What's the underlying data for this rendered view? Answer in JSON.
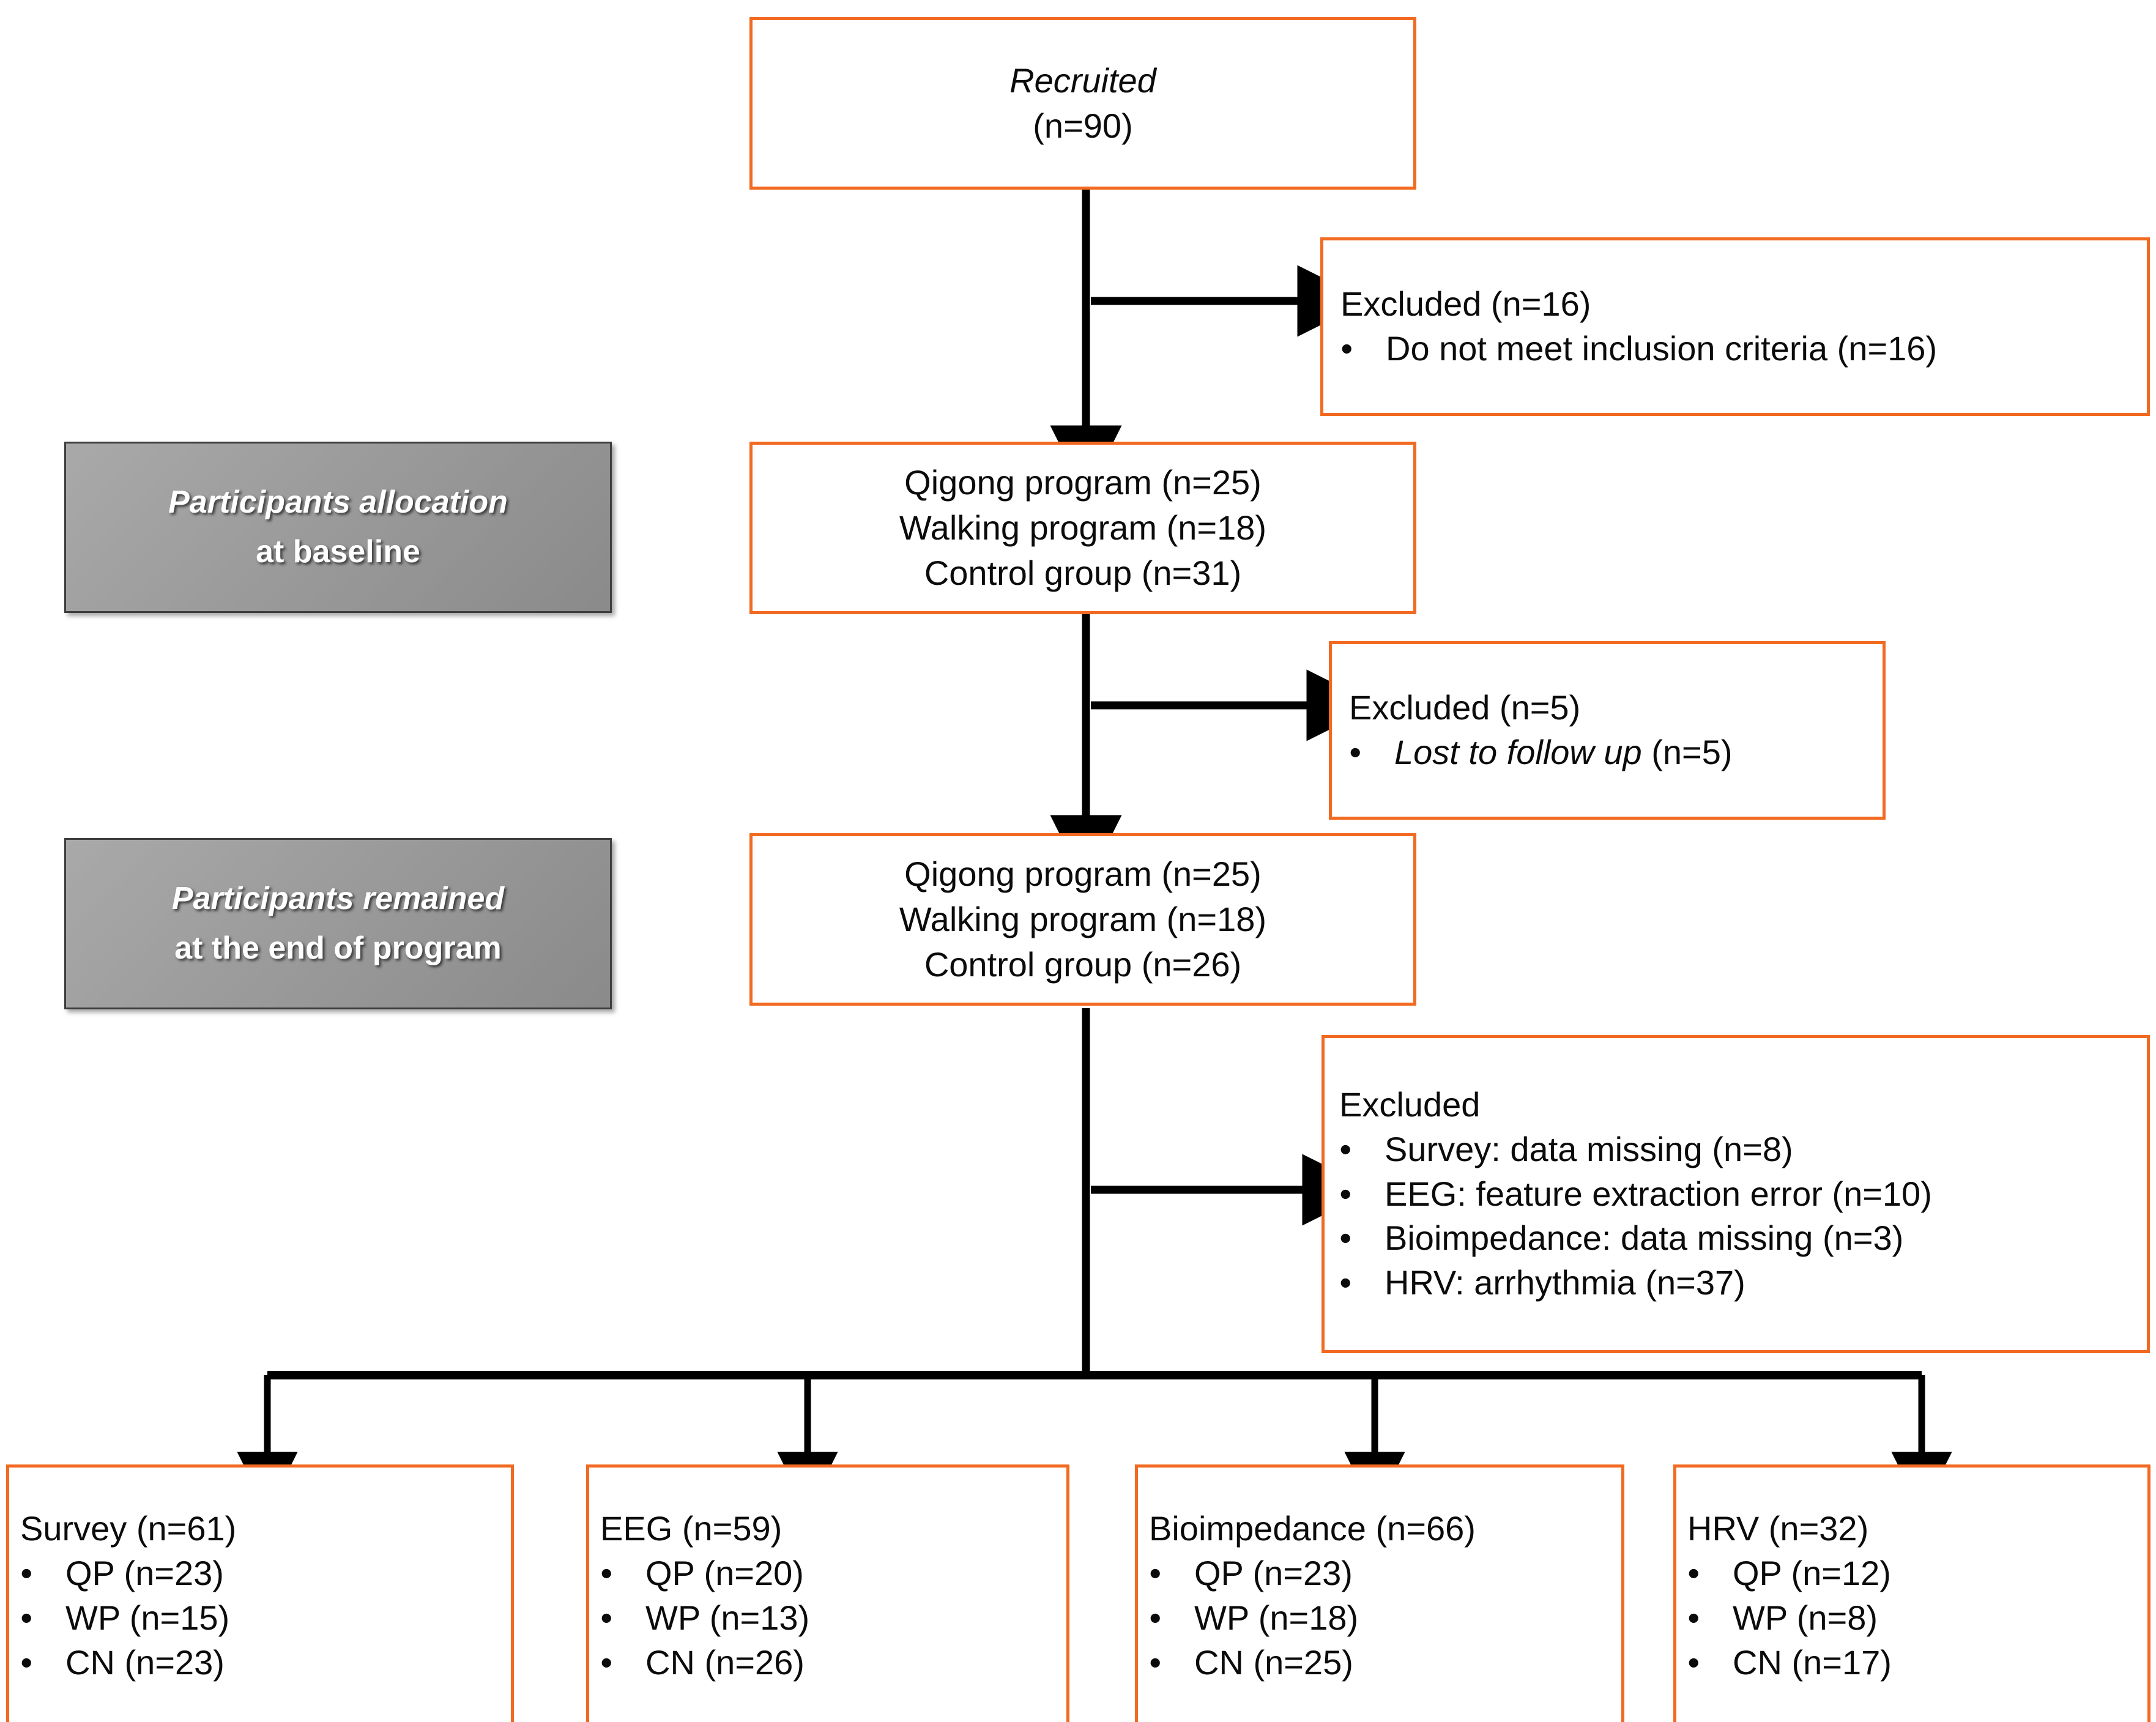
{
  "theme": {
    "box_border": "#F26A21",
    "text": "#0b0b0b",
    "stage_label_bg": "#9b9b9b",
    "stage_label_text": "#ffffff",
    "connector": "#000000"
  },
  "stage_labels": [
    {
      "line1": "Participants allocation",
      "line2": "at baseline"
    },
    {
      "line1": "Participants remained",
      "line2": "at the end of program"
    }
  ],
  "recruited": {
    "title": "Recruited",
    "count": "(n=90)"
  },
  "excluded_1": {
    "header": "Excluded (n=16)",
    "items": [
      "Do not meet inclusion criteria (n=16)"
    ]
  },
  "allocation_baseline": {
    "lines": [
      "Qigong program (n=25)",
      "Walking program (n=18)",
      "Control group (n=31)"
    ]
  },
  "excluded_2": {
    "header": "Excluded (n=5)",
    "items": [
      {
        "italic": "Lost to follow up",
        "tail": " (n=5)"
      }
    ]
  },
  "allocation_end": {
    "lines": [
      "Qigong program (n=25)",
      "Walking program (n=18)",
      "Control group (n=26)"
    ]
  },
  "excluded_3": {
    "header": "Excluded",
    "items": [
      "Survey: data missing (n=8)",
      "EEG: feature extraction error (n=10)",
      "Bioimpedance: data missing (n=3)",
      "HRV: arrhythmia (n=37)"
    ]
  },
  "outcomes": [
    {
      "header": "Survey (n=61)",
      "items": [
        "QP (n=23)",
        "WP (n=15)",
        "CN (n=23)"
      ]
    },
    {
      "header": "EEG (n=59)",
      "items": [
        "QP (n=20)",
        "WP (n=13)",
        "CN (n=26)"
      ]
    },
    {
      "header": "Bioimpedance (n=66)",
      "items": [
        "QP (n=23)",
        "WP (n=18)",
        "CN (n=25)"
      ]
    },
    {
      "header": "HRV (n=32)",
      "items": [
        "QP (n=12)",
        "WP (n=8)",
        "CN (n=17)"
      ]
    }
  ]
}
